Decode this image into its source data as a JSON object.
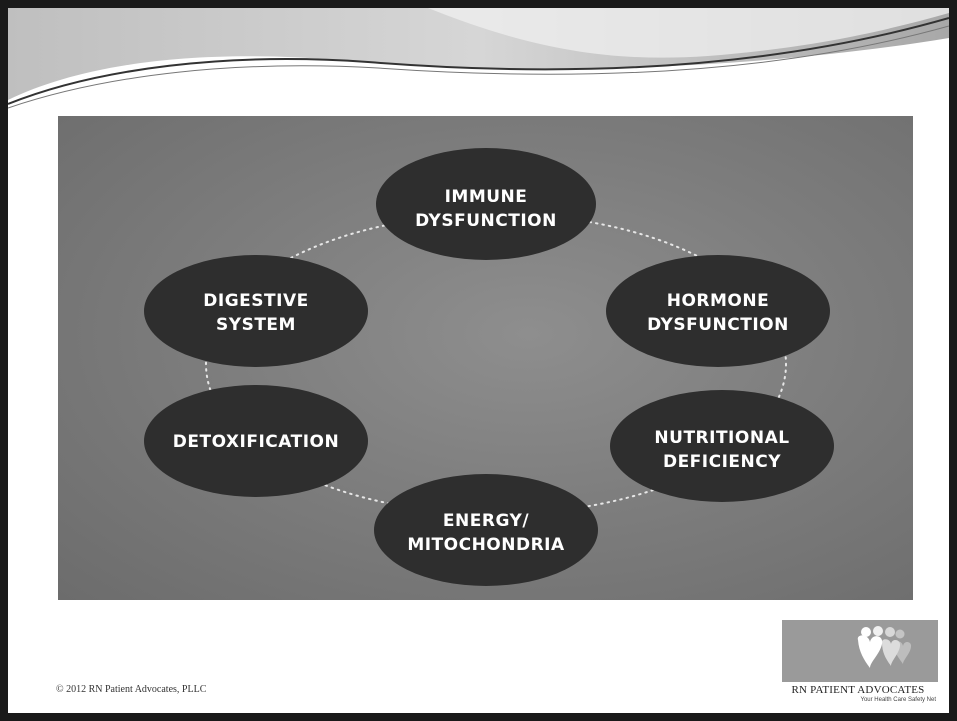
{
  "diagram": {
    "nodes": [
      {
        "id": "immune",
        "lines": [
          "IMMUNE",
          "DYSFUNCTION"
        ]
      },
      {
        "id": "hormone",
        "lines": [
          "HORMONE",
          "DYSFUNCTION"
        ]
      },
      {
        "id": "nutritional",
        "lines": [
          "NUTRITIONAL",
          "DEFICIENCY"
        ]
      },
      {
        "id": "energy",
        "lines": [
          "ENERGY/",
          "MITOCHONDRIA"
        ]
      },
      {
        "id": "detox",
        "lines": [
          "DETOXIFICATION"
        ]
      },
      {
        "id": "digestive",
        "lines": [
          "DIGESTIVE",
          "SYSTEM"
        ]
      }
    ],
    "connector_style": "dotted ring"
  },
  "footer": {
    "copyright": "© 2012 RN Patient Advocates, PLLC"
  },
  "logo": {
    "name": "RN PATIENT ADVOCATES",
    "tagline": "Your Health Care Safety Net",
    "icon": "hearts-people-icon"
  },
  "colors": {
    "panel": "#7e7e7e",
    "node": "#2e2e2e",
    "text": "#ffffff"
  }
}
